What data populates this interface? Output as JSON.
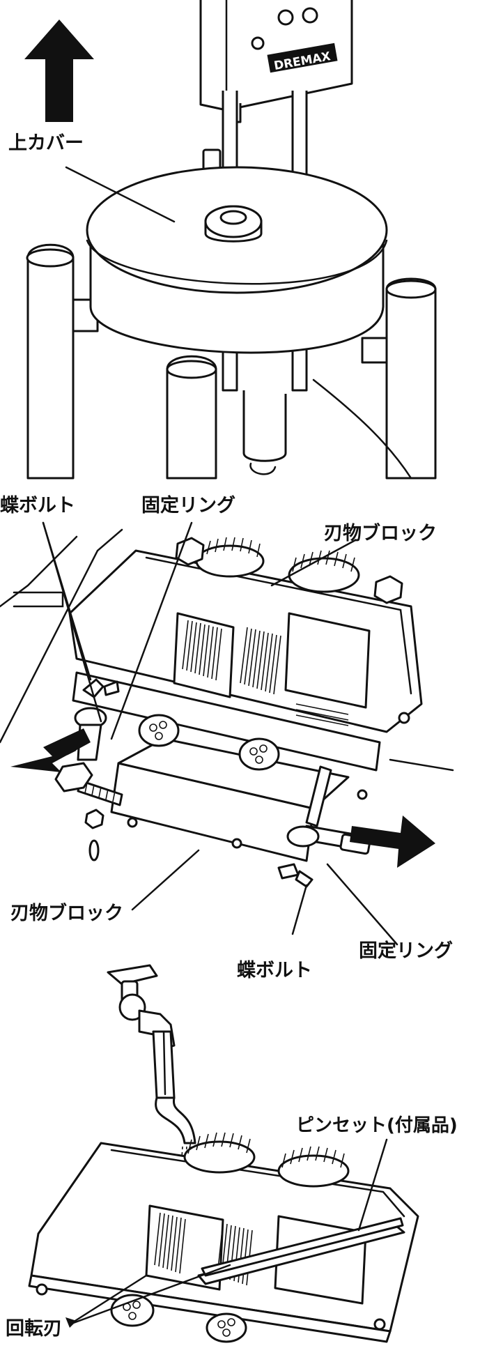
{
  "panels": {
    "top": {
      "cover_label": "上カバー",
      "control_box_brand": "DREMAX"
    },
    "middle": {
      "wing_bolt_label_left": "蝶ボルト",
      "fixing_ring_label_left": "固定リング",
      "blade_block_label_right": "刃物ブロック",
      "blade_block_label_left": "刃物ブロック",
      "fixing_ring_label_right": "固定リング",
      "wing_bolt_label_right": "蝶ボルト"
    },
    "bottom": {
      "tweezers_label": "ピンセット(付属品)",
      "rotary_blade_label": "回転刃"
    }
  },
  "icons": [
    "arrow-up-icon",
    "arrow-down-left-icon",
    "arrow-right-icon"
  ],
  "colors": {
    "ink": "#111111",
    "paper": "#ffffff"
  }
}
